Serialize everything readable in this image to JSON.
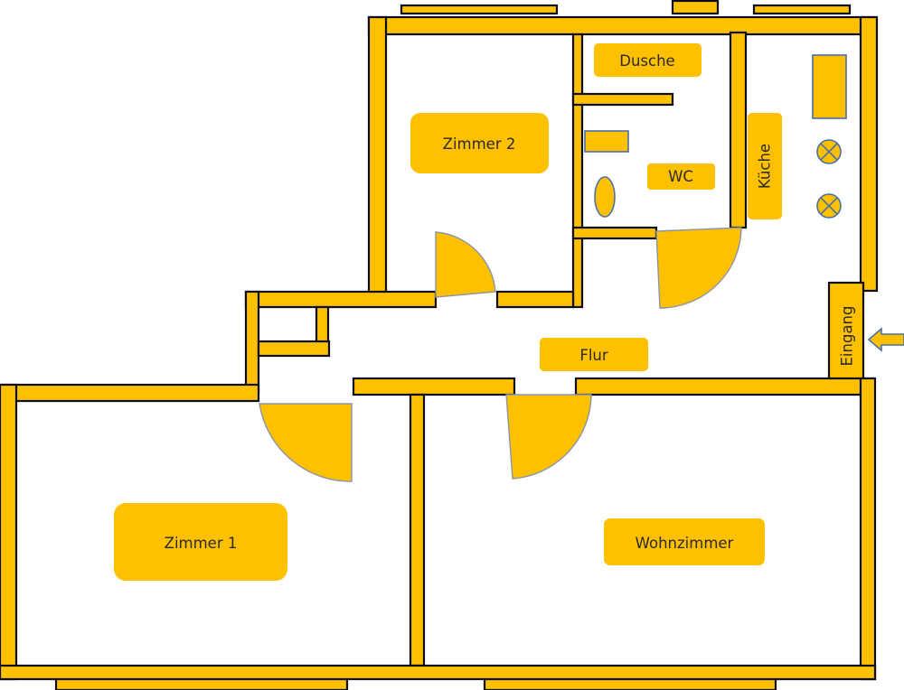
{
  "colors": {
    "wall": "#FFC000",
    "outline": "#0d0d1a",
    "fixture_outline": "#4a6fa5",
    "background": "#ffffff"
  },
  "rooms": {
    "zimmer2": "Zimmer 2",
    "dusche": "Dusche",
    "wc": "WC",
    "kueche": "Küche",
    "flur": "Flur",
    "eingang": "Eingang",
    "zimmer1": "Zimmer 1",
    "wohnzimmer": "Wohnzimmer"
  },
  "icons": {
    "stove": "burner-cross-icon",
    "entry": "entry-arrow-icon"
  }
}
